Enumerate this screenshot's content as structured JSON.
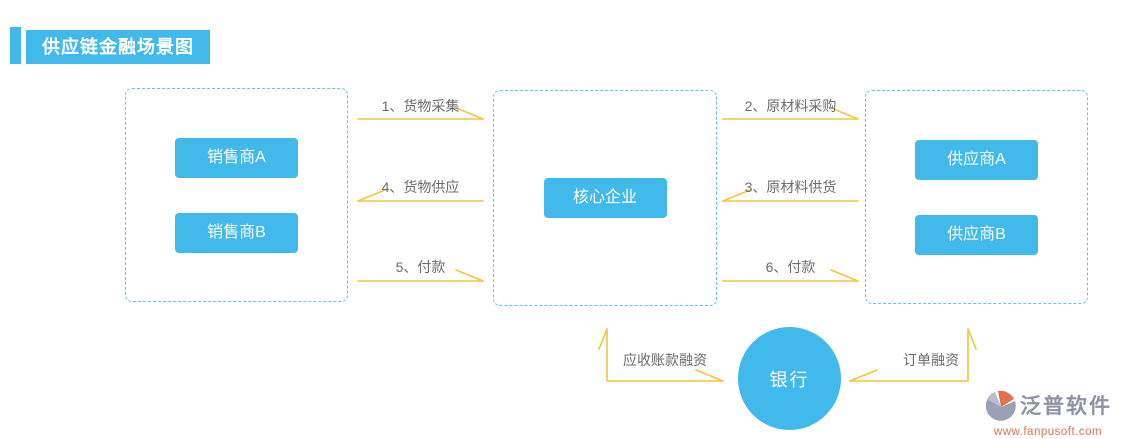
{
  "header": {
    "title": "供应链金融场景图"
  },
  "diagram": {
    "groups": [
      {
        "id": "sellers",
        "nodes": [
          "销售商A",
          "销售商B"
        ]
      },
      {
        "id": "core",
        "nodes": [
          "核心企业"
        ]
      },
      {
        "id": "suppliers",
        "nodes": [
          "供应商A",
          "供应商B"
        ]
      }
    ],
    "flows": {
      "f1": {
        "label": "1、货物采集",
        "from": "sellers",
        "to": "core",
        "direction": "right"
      },
      "f4": {
        "label": "4、货物供应",
        "from": "core",
        "to": "sellers",
        "direction": "left"
      },
      "f5": {
        "label": "5、付款",
        "from": "sellers",
        "to": "core",
        "direction": "right"
      },
      "f2": {
        "label": "2、原材料采购",
        "from": "core",
        "to": "suppliers",
        "direction": "right"
      },
      "f3": {
        "label": "3、原材料供货",
        "from": "suppliers",
        "to": "core",
        "direction": "left"
      },
      "f6": {
        "label": "6、付款",
        "from": "core",
        "to": "suppliers",
        "direction": "right"
      },
      "bank_left": {
        "label": "应收账款融资",
        "between": [
          "bank",
          "core"
        ]
      },
      "bank_right": {
        "label": "订单融资",
        "between": [
          "bank",
          "suppliers"
        ]
      }
    },
    "bank": {
      "label": "银行"
    }
  },
  "branding": {
    "name": "泛普软件",
    "url": "www.fanpusoft.com"
  },
  "colors": {
    "accent_blue": "#41b9ea",
    "dashed_border_blue": "#5ec7f1",
    "arrow_gold": "#f2c53d",
    "flow_label_gray": "#6b6b6b",
    "brand_gray": "#8e92a2",
    "brand_orange": "#e0734e"
  }
}
